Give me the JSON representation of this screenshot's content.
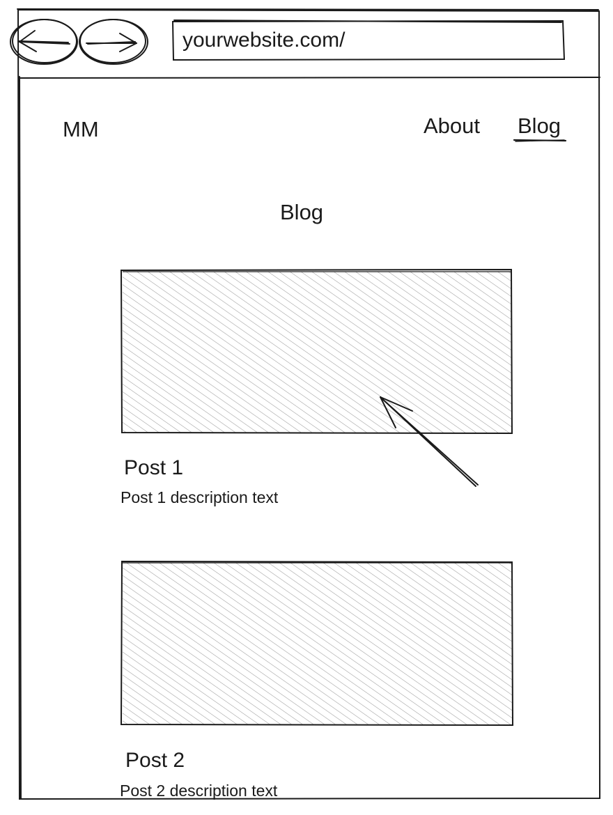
{
  "browser": {
    "url": "yourwebsite.com/",
    "back_icon": "arrow-left-icon",
    "forward_icon": "arrow-right-icon"
  },
  "header": {
    "logo": "MM",
    "nav": [
      {
        "label": "About",
        "active": false
      },
      {
        "label": "Blog",
        "active": true
      }
    ]
  },
  "main": {
    "title": "Blog",
    "posts": [
      {
        "title": "Post 1",
        "description": "Post 1 description text",
        "image": "image-placeholder"
      },
      {
        "title": "Post 2",
        "description": "Post 2 description text",
        "image": "image-placeholder"
      }
    ]
  },
  "colors": {
    "ink": "#1a1a1a",
    "hatch": "#9a9a9a"
  }
}
